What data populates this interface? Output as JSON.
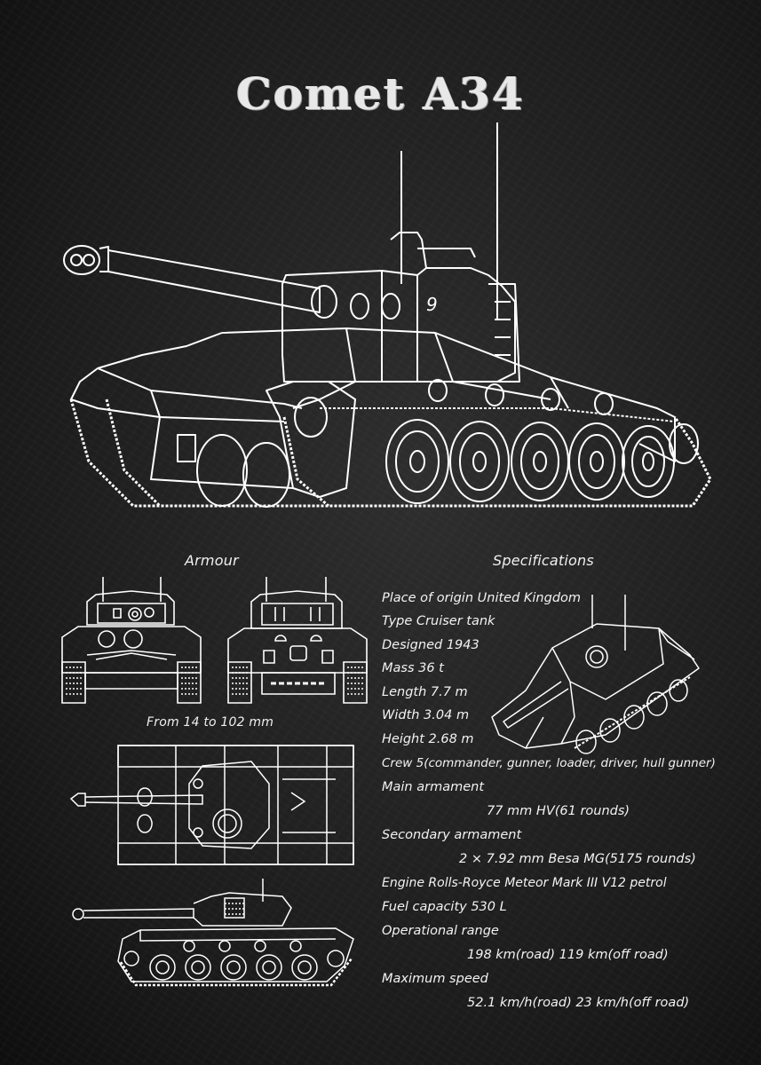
{
  "poster": {
    "title": "Comet A34",
    "background_color": "#1f1f1f",
    "line_color": "#ffffff"
  },
  "armour": {
    "heading": "Armour",
    "range": "From 14 to 102 mm"
  },
  "specifications": {
    "heading": "Specifications",
    "lines": [
      {
        "label": "Place of origin",
        "value": "United Kingdom",
        "text": "Place of origin United Kingdom"
      },
      {
        "label": "Type",
        "value": "Cruiser tank",
        "text": "Type Cruiser tank"
      },
      {
        "label": "Designed",
        "value": "1943",
        "text": "Designed 1943"
      },
      {
        "label": "Mass",
        "value": "36 t",
        "text": "Mass 36 t"
      },
      {
        "label": "Length",
        "value": "7.7 m",
        "text": "Length 7.7 m"
      },
      {
        "label": "Width",
        "value": "3.04 m",
        "text": "Width 3.04 m"
      },
      {
        "label": "Height",
        "value": "2.68 m",
        "text": "Height 2.68 m"
      },
      {
        "label": "Crew",
        "value": "5(commander, gunner, loader, driver, hull gunner)",
        "text": "Crew 5(commander, gunner, loader, driver, hull gunner)"
      },
      {
        "label": "Main armament",
        "value": "77 mm HV(61 rounds)",
        "text": "Main armament"
      },
      {
        "label": "",
        "value": "",
        "text": "77 mm HV(61 rounds)"
      },
      {
        "label": "Secondary armament",
        "value": "2 × 7.92 mm Besa MG(5175 rounds)",
        "text": "Secondary armament"
      },
      {
        "label": "",
        "value": "",
        "text": "2 × 7.92 mm Besa MG(5175 rounds)"
      },
      {
        "label": "Engine",
        "value": "Rolls-Royce Meteor Mark III V12 petrol",
        "text": "Engine Rolls-Royce Meteor Mark III V12 petrol"
      },
      {
        "label": "Fuel capacity",
        "value": "530 L",
        "text": "Fuel capacity 530 L"
      },
      {
        "label": "Operational range",
        "value": "198 km(road) 119 km(off road)",
        "text": "Operational range"
      },
      {
        "label": "",
        "value": "",
        "text": "198 km(road) 119 km(off road)"
      },
      {
        "label": "Maximum speed",
        "value": "52.1 km/h(road) 23 km/h(off road)",
        "text": "Maximum speed"
      },
      {
        "label": "",
        "value": "",
        "text": "52.1 km/h(road) 23 km/h(off road)"
      }
    ]
  },
  "drawings": [
    {
      "name": "main-perspective-view",
      "icon": "tank-perspective-drawing"
    },
    {
      "name": "front-view",
      "icon": "tank-front-drawing"
    },
    {
      "name": "rear-view",
      "icon": "tank-rear-drawing"
    },
    {
      "name": "top-view",
      "icon": "tank-top-drawing"
    },
    {
      "name": "side-view",
      "icon": "tank-side-drawing"
    },
    {
      "name": "isometric-view",
      "icon": "tank-isometric-drawing"
    }
  ]
}
